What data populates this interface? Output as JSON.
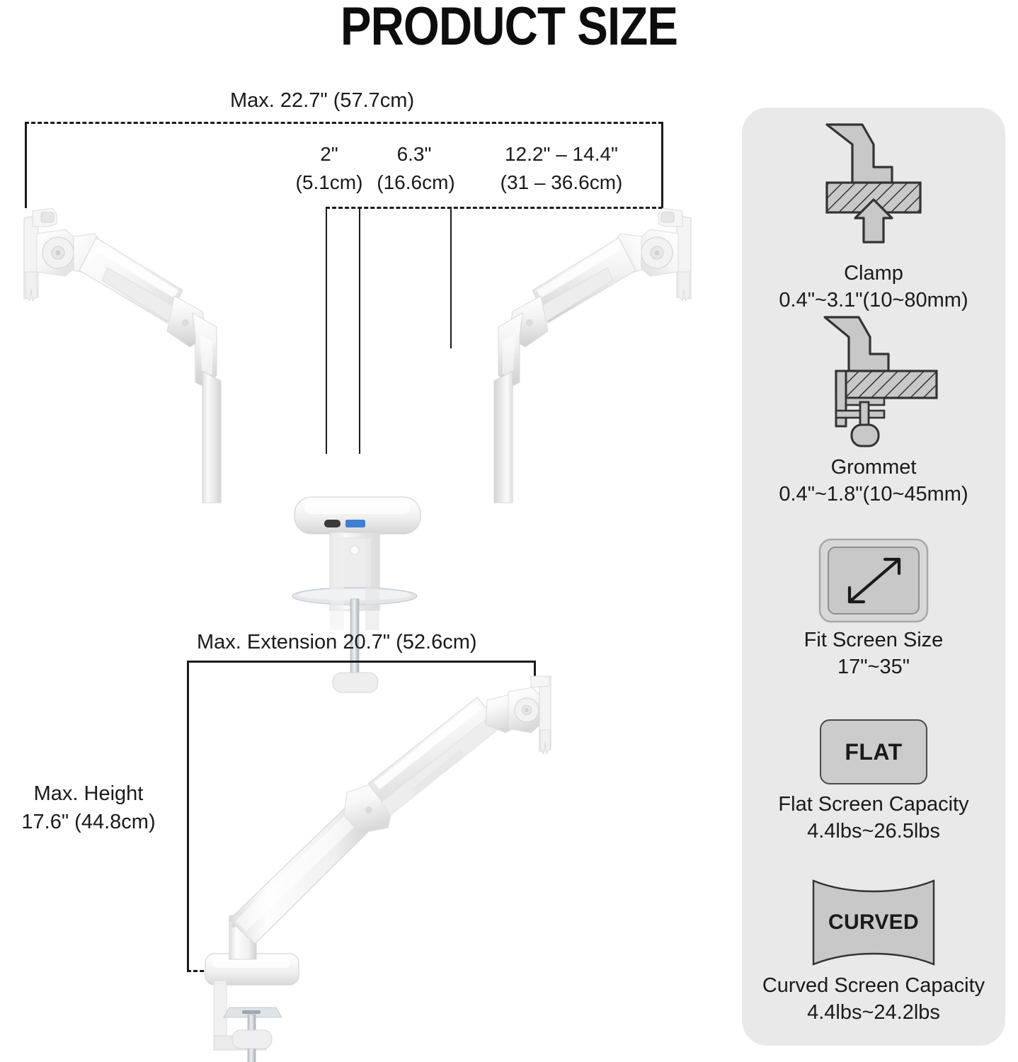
{
  "title": "PRODUCT SIZE",
  "top_diagram": {
    "max_width_label": "Max. 22.7\" (57.7cm)",
    "segments": [
      {
        "inch": "2\"",
        "cm": "(5.1cm)"
      },
      {
        "inch": "6.3\"",
        "cm": "(16.6cm)"
      },
      {
        "inch": "12.2\" – 14.4\"",
        "cm": "(31 – 36.6cm)"
      }
    ]
  },
  "side_diagram": {
    "max_extension_label": "Max. Extension 20.7\" (52.6cm)",
    "max_height_line1": "Max. Height",
    "max_height_line2": "17.6\" (44.8cm)"
  },
  "spec_panel": {
    "items": [
      {
        "icon": "clamp-mount-icon",
        "title": "Clamp",
        "value": "0.4\"~3.1\"(10~80mm)"
      },
      {
        "icon": "grommet-mount-icon",
        "title": "Grommet",
        "value": "0.4\"~1.8\"(10~45mm)"
      },
      {
        "icon": "screen-diagonal-icon",
        "title": "Fit Screen Size",
        "value": "17\"~35\""
      },
      {
        "icon": "flat-screen-badge-icon",
        "title": "Flat Screen Capacity",
        "value": "4.4lbs~26.5lbs",
        "badge": "FLAT"
      },
      {
        "icon": "curved-screen-badge-icon",
        "title": "Curved Screen Capacity",
        "value": "4.4lbs~24.2lbs",
        "badge": "CURVED"
      }
    ]
  },
  "colors": {
    "panel_bg": "#e9e9e9",
    "ink": "#1b1b1b",
    "icon_fill": "#c8c8c8",
    "icon_stroke": "#333333",
    "arm_light": "#fbfbfb",
    "arm_mid": "#e6e6e6",
    "arm_shade": "#d2d2d2",
    "usb_blue": "#3f7fd0"
  }
}
